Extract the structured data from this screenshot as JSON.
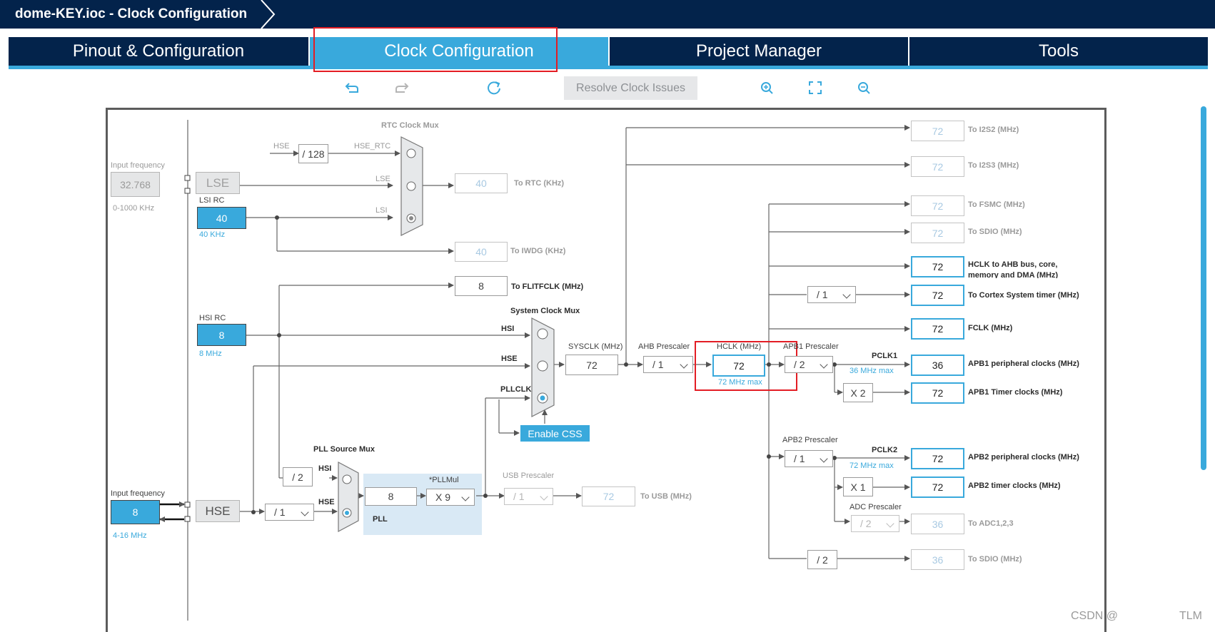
{
  "window": {
    "title": "dome-KEY.ioc - Clock Configuration"
  },
  "tabs": [
    {
      "label": "Pinout & Configuration"
    },
    {
      "label": "Clock Configuration"
    },
    {
      "label": "Project Manager"
    },
    {
      "label": "Tools"
    }
  ],
  "toolbar": {
    "undo_icon": "undo-icon",
    "redo_icon": "redo-icon",
    "refresh_icon": "refresh-icon",
    "resolve_label": "Resolve Clock Issues",
    "zoom_in_icon": "zoom-in-icon",
    "fit_icon": "fit-to-screen-icon",
    "zoom_out_icon": "zoom-out-icon"
  },
  "colors": {
    "navy": "#03234b",
    "accent": "#39a9dc",
    "highlight": "#e31d24"
  },
  "lse": {
    "input_label": "Input frequency",
    "input_value": "32.768",
    "range": "0-1000 KHz",
    "name": "LSE"
  },
  "lsi": {
    "label": "LSI RC",
    "value": "40",
    "unit": "40 KHz"
  },
  "rtc_mux": {
    "title": "RTC Clock Mux",
    "hse_label": "HSE",
    "div128": "/ 128",
    "hse_rtc": "HSE_RTC",
    "lse_label": "LSE",
    "lsi_label": "LSI",
    "rtc_out": "40",
    "rtc_out_label": "To RTC (KHz)",
    "iwdg_out": "40",
    "iwdg_label": "To IWDG (KHz)"
  },
  "flitf": {
    "value": "8",
    "label": "To FLITFCLK (MHz)"
  },
  "hsi": {
    "label": "HSI RC",
    "value": "8",
    "unit": "8 MHz"
  },
  "sys_mux": {
    "title": "System Clock Mux",
    "hsi": "HSI",
    "hse": "HSE",
    "pllclk": "PLLCLK",
    "enable_css": "Enable CSS"
  },
  "sysclk": {
    "label": "SYSCLK (MHz)",
    "value": "72"
  },
  "ahb": {
    "label": "AHB Prescaler",
    "value": "/ 1"
  },
  "hclk": {
    "label": "HCLK (MHz)",
    "value": "72",
    "max": "72 MHz max"
  },
  "apb1": {
    "label": "APB1 Prescaler",
    "value": "/ 2",
    "pclk": "PCLK1",
    "max": "36 MHz max",
    "timer_mul": "X 2"
  },
  "apb2": {
    "label": "APB2 Prescaler",
    "value": "/ 1",
    "pclk": "PCLK2",
    "max": "72 MHz max",
    "timer_mul": "X 1"
  },
  "adc": {
    "label": "ADC Prescaler",
    "value": "/ 2"
  },
  "sdio_div": "/ 2",
  "cortex_div": "/ 1",
  "pll_mux": {
    "title": "PLL Source Mux",
    "hsi_div": "/ 2",
    "hsi": "HSI",
    "hse": "HSE"
  },
  "pll": {
    "label": "PLL",
    "input": "8",
    "mul_label": "*PLLMul",
    "mul": "X 9"
  },
  "usb": {
    "label": "USB Prescaler",
    "value": "/ 1",
    "out": "72",
    "out_label": "To USB (MHz)"
  },
  "hse": {
    "input_label": "Input frequency",
    "value": "8",
    "range": "4-16 MHz",
    "name": "HSE",
    "div": "/ 1"
  },
  "outputs": [
    {
      "value": "72",
      "label": "To I2S2 (MHz)"
    },
    {
      "value": "72",
      "label": "To I2S3 (MHz)"
    },
    {
      "value": "72",
      "label": "To FSMC (MHz)"
    },
    {
      "value": "72",
      "label": "To SDIO (MHz)"
    },
    {
      "value": "72",
      "label": "HCLK to AHB bus, core, memory and DMA (MHz)"
    },
    {
      "value": "72",
      "label": "To Cortex System timer (MHz)"
    },
    {
      "value": "72",
      "label": "FCLK (MHz)"
    },
    {
      "value": "36",
      "label": "APB1 peripheral clocks (MHz)"
    },
    {
      "value": "72",
      "label": "APB1 Timer clocks (MHz)"
    },
    {
      "value": "72",
      "label": "APB2 peripheral clocks (MHz)"
    },
    {
      "value": "72",
      "label": "APB2 timer clocks (MHz)"
    },
    {
      "value": "36",
      "label": "To ADC1,2,3"
    },
    {
      "value": "36",
      "label": "To SDIO (MHz)"
    }
  ],
  "watermark": {
    "left": "CSDN @",
    "right": "TLM"
  }
}
